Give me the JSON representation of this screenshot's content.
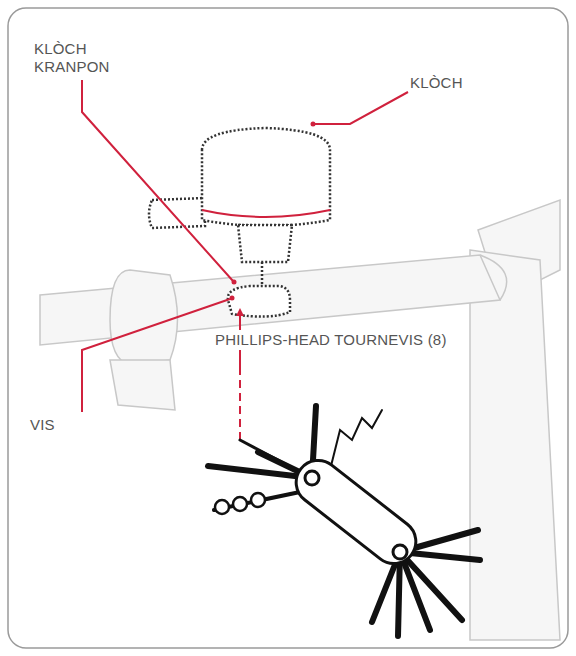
{
  "diagram": {
    "labels": [
      "KLÒCH KRANPON",
      "KLÒCH",
      "VIS",
      "PHILLIPS-HEAD TOURNEVIS (8)"
    ]
  }
}
